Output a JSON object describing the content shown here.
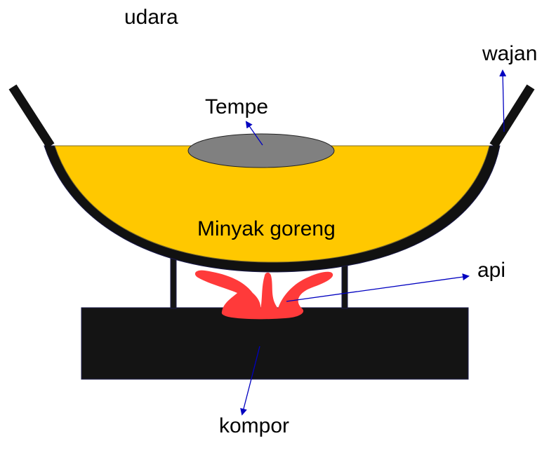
{
  "labels": {
    "air": "udara",
    "pan": "wajan",
    "food": "Tempe",
    "oil": "Minyak goreng",
    "fire": "api",
    "stove": "kompor"
  },
  "colors": {
    "oil": "#ffc800",
    "pan": "#111111",
    "food": "#808080",
    "fire": "#ff3a3a",
    "stove": "#141414",
    "arrow": "#0000c0"
  }
}
